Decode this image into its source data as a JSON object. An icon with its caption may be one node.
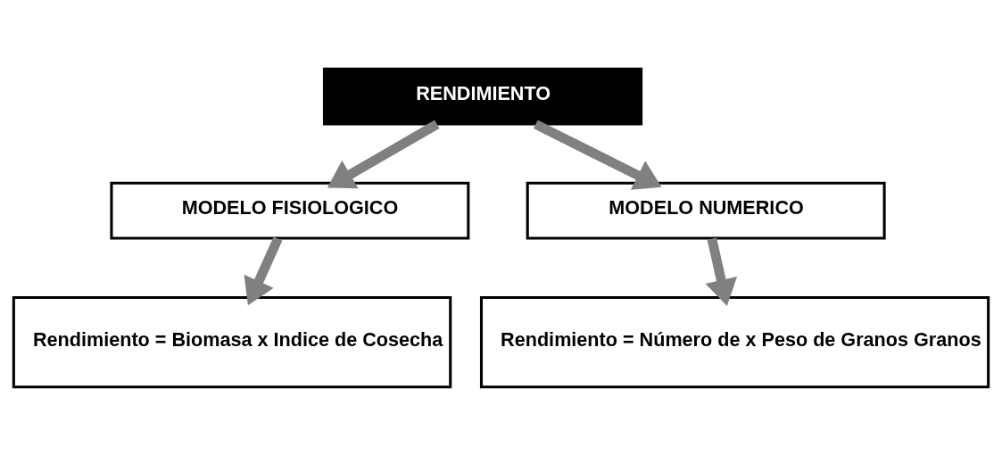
{
  "diagram": {
    "nodes": [
      {
        "text": [
          "RENDIMIENTO"
        ]
      },
      {
        "text": [
          "MODELO FISIOLOGICO"
        ]
      },
      {
        "text": [
          "MODELO NUMERICO"
        ]
      },
      {
        "text": [
          "Rendimiento = Biomasa x Indice de Cosecha"
        ]
      },
      {
        "text": [
          "Rendimiento = Número de x Peso de Granos Granos"
        ]
      }
    ],
    "edges": [
      {
        "from": 0,
        "to": 1,
        "arrow": "to"
      },
      {
        "from": 0,
        "to": 2,
        "arrow": "to"
      },
      {
        "from": 1,
        "to": 3,
        "arrow": "to"
      },
      {
        "from": 2,
        "to": 4,
        "arrow": "to"
      }
    ]
  }
}
